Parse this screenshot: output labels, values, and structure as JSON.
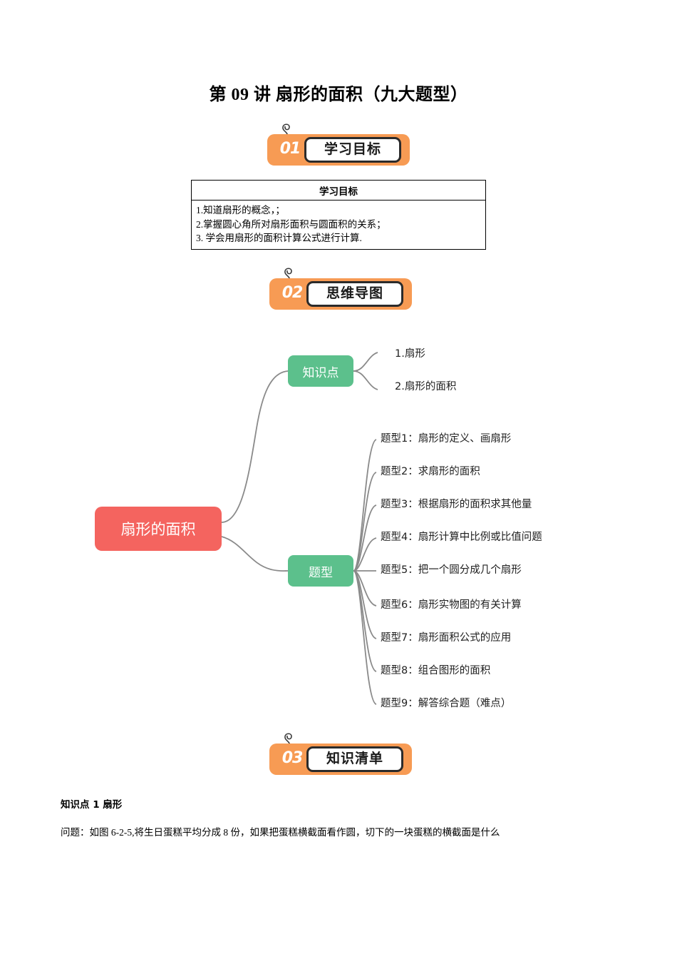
{
  "document": {
    "title": "第 09 讲  扇形的面积（九大题型）"
  },
  "sections": [
    {
      "number": "01",
      "label": "学习目标"
    },
    {
      "number": "02",
      "label": "思维导图"
    },
    {
      "number": "03",
      "label": "知识清单"
    }
  ],
  "objectives": {
    "header": "学习目标",
    "items": [
      "1.知道扇形的概念，；",
      "2.掌握圆心角所对扇形面积与圆面积的关系；",
      "3. 学会用扇形的面积计算公式进行计算."
    ]
  },
  "mindmap": {
    "root": "扇形的面积",
    "branches": [
      {
        "name": "知识点",
        "leaves": [
          "1.扇形",
          "2.扇形的面积"
        ]
      },
      {
        "name": "题型",
        "leaves": [
          "题型1：扇形的定义、画扇形",
          "题型2：求扇形的面积",
          "题型3：根据扇形的面积求其他量",
          "题型4：扇形计算中比例或比值问题",
          "题型5：把一个圆分成几个扇形",
          "题型6：扇形实物图的有关计算",
          "题型7：扇形面积公式的应用",
          "题型8：组合图形的面积",
          "题型9：解答综合题（难点）"
        ]
      }
    ],
    "colors": {
      "root": "#f4645f",
      "branch": "#5cc08c",
      "line": "#8a8a8a"
    }
  },
  "knowledge": {
    "point_title": "知识点 1  扇形",
    "paragraph": "问题：如图 6-2-5,将生日蛋糕平均分成 8 份，如果把蛋糕横截面看作圆，切下的一块蛋糕的横截面是什么"
  }
}
